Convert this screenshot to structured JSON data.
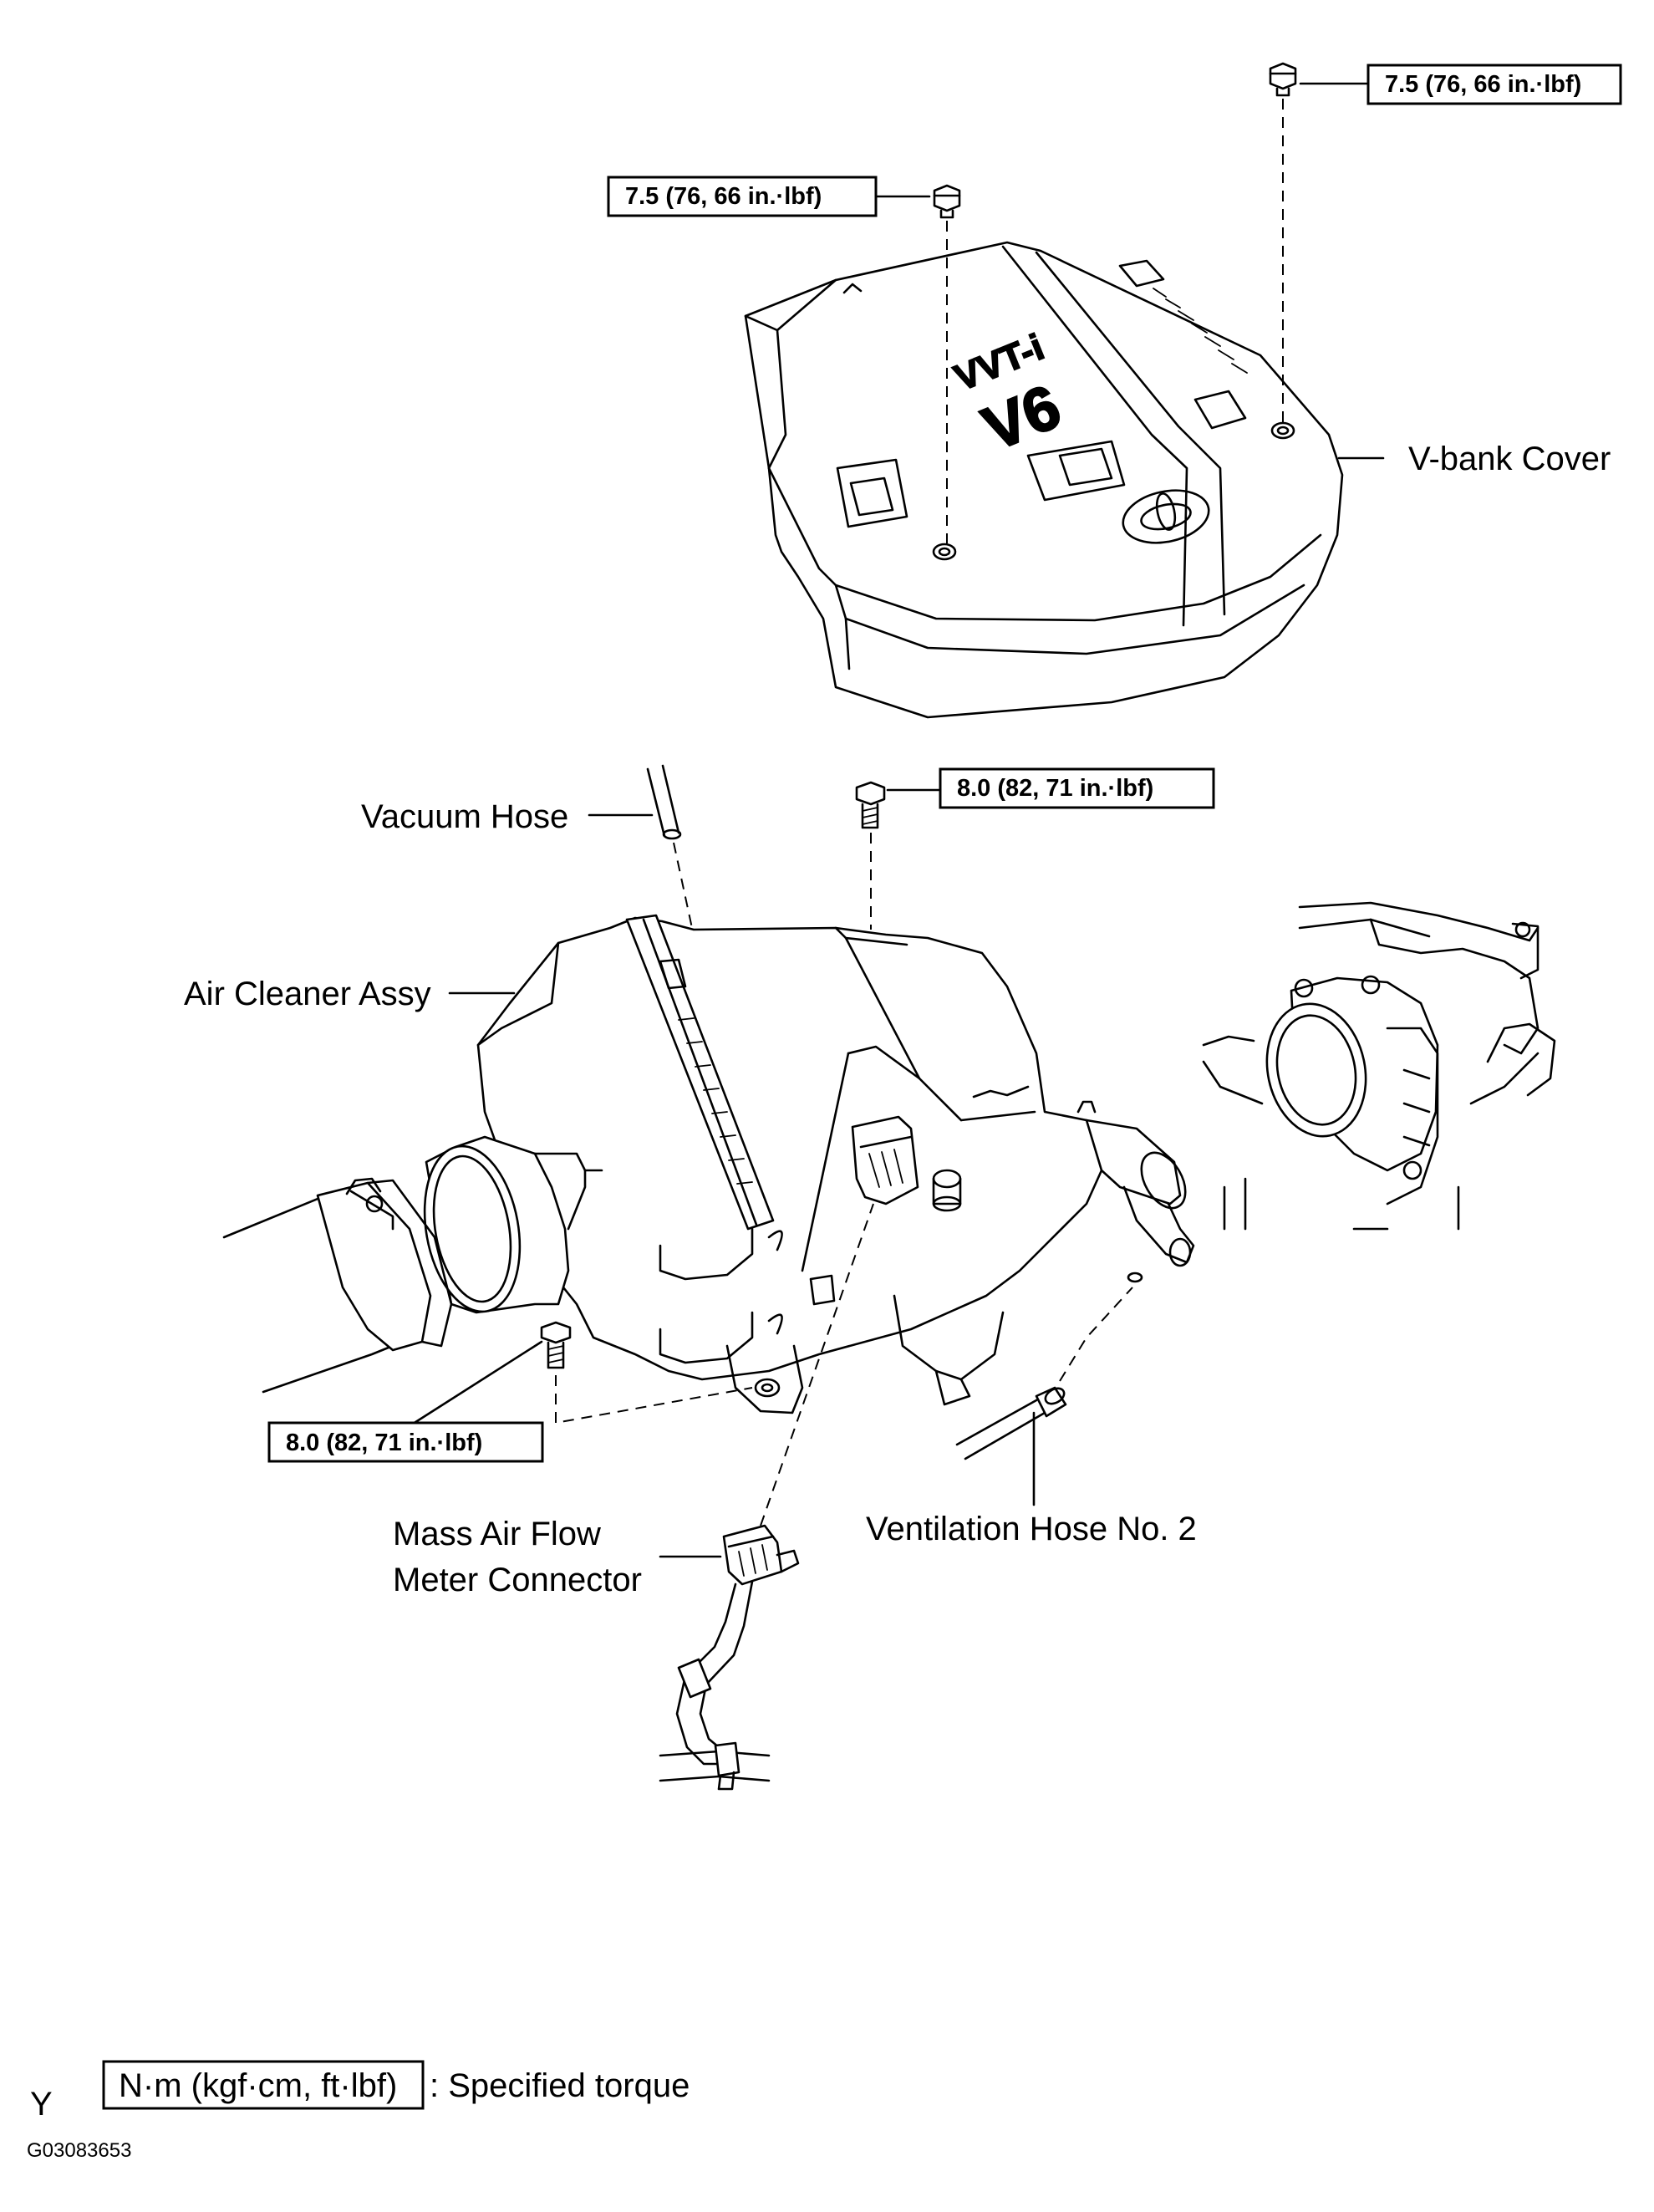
{
  "diagram": {
    "torque_specs": {
      "vbank_right_nut": "7.5 (76, 66 in.·lbf)",
      "vbank_left_nut": "7.5 (76, 66 in.·lbf)",
      "air_cleaner_top_bolt": "8.0 (82, 71 in.·lbf)",
      "air_cleaner_bottom_bolt": "8.0 (82, 71 in.·lbf)"
    },
    "labels": {
      "vbank_cover": "V-bank  Cover",
      "vacuum_hose": "Vacuum Hose",
      "air_cleaner_assy": "Air Cleaner Assy",
      "ventilation_hose": "Ventilation Hose No. 2",
      "maf_connector_line1": "Mass Air Flow",
      "maf_connector_line2": "Meter Connector"
    },
    "cover_marks": {
      "engine": "V6",
      "badge": "VVT-i"
    },
    "legend": {
      "unit_box": "N·m (kgf·cm, ft·lbf)",
      "text": ": Specified torque"
    },
    "corner_letter": "Y",
    "figure_code": "G03083653"
  }
}
